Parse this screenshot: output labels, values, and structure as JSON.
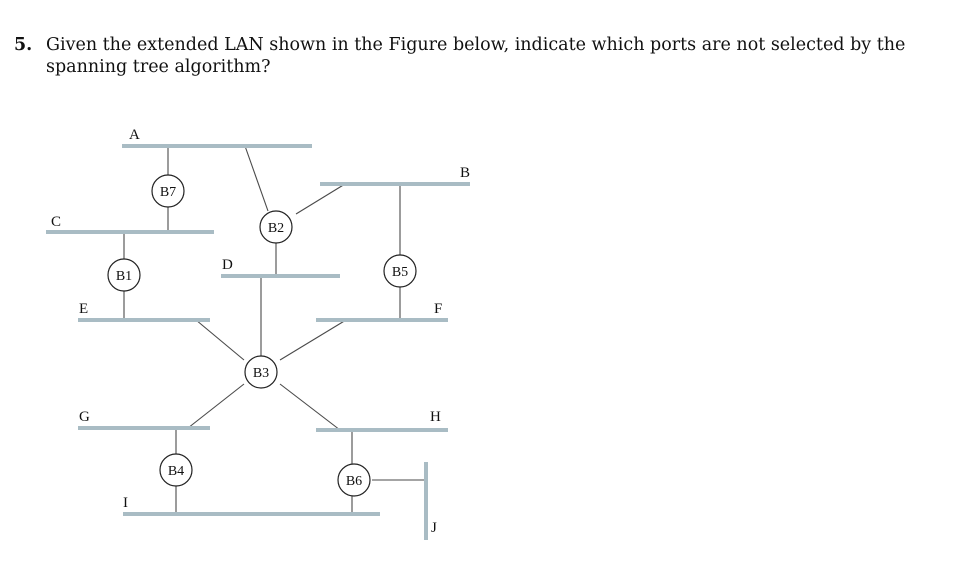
{
  "question": {
    "number": "5.",
    "text": "Given the extended LAN shown in the Figure below, indicate which ports are not selected by the spanning tree algorithm?"
  },
  "diagram": {
    "lans": [
      {
        "id": "A",
        "label": "A"
      },
      {
        "id": "B",
        "label": "B"
      },
      {
        "id": "C",
        "label": "C"
      },
      {
        "id": "D",
        "label": "D"
      },
      {
        "id": "E",
        "label": "E"
      },
      {
        "id": "F",
        "label": "F"
      },
      {
        "id": "G",
        "label": "G"
      },
      {
        "id": "H",
        "label": "H"
      },
      {
        "id": "I",
        "label": "I"
      },
      {
        "id": "J",
        "label": "J"
      }
    ],
    "bridges": [
      {
        "id": "B1",
        "label": "B1"
      },
      {
        "id": "B2",
        "label": "B2"
      },
      {
        "id": "B3",
        "label": "B3"
      },
      {
        "id": "B4",
        "label": "B4"
      },
      {
        "id": "B5",
        "label": "B5"
      },
      {
        "id": "B6",
        "label": "B6"
      },
      {
        "id": "B7",
        "label": "B7"
      }
    ]
  }
}
